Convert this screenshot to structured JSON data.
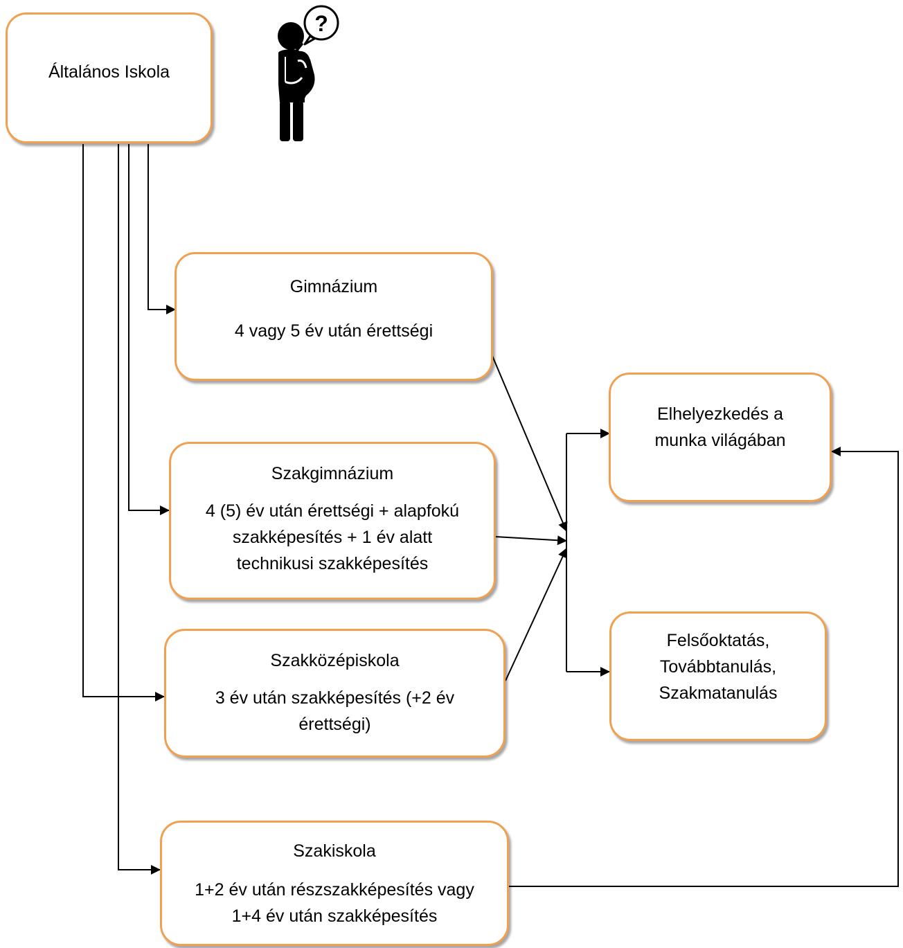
{
  "colors": {
    "box_border": "#F0A050",
    "connector": "#000000",
    "person": "#000000"
  },
  "icons": {
    "person": "thinking-person-question-icon"
  },
  "nodes": {
    "altalanos": {
      "title": "Általános Iskola"
    },
    "gimnazium": {
      "title": "Gimnázium",
      "desc": "4 vagy 5 év után érettségi"
    },
    "szakgimnazium": {
      "title": "Szakgimnázium",
      "desc_lines": [
        "4 (5) év után érettségi + alapfokú",
        "szakképesítés + 1 év alatt",
        "technikusi szakképesítés"
      ]
    },
    "szakkozepiskola": {
      "title": "Szakközépiskola",
      "desc_lines": [
        "3 év után szakképesítés (+2 év",
        "érettségi)"
      ]
    },
    "szakiskola": {
      "title": "Szakiskola",
      "desc_lines": [
        "1+2 év után részszakképesítés vagy",
        "1+4 év után szakképesítés"
      ]
    },
    "munka": {
      "title_lines": [
        "Elhelyezkedés a",
        "munka világában"
      ]
    },
    "felsooktatas": {
      "title_lines": [
        "Felsőoktatás,",
        "Továbbtanulás,",
        "Szakmatanulás"
      ]
    }
  }
}
